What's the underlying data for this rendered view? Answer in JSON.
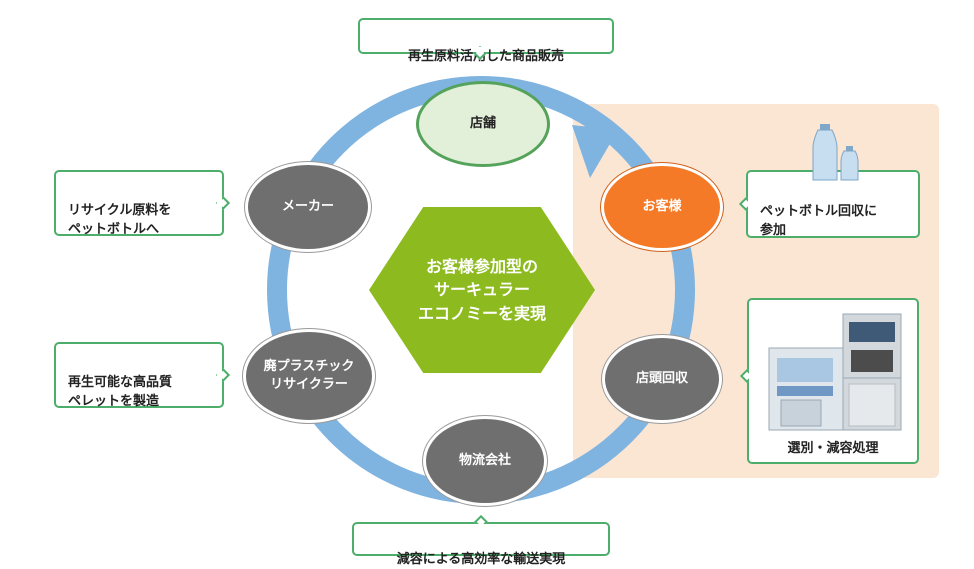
{
  "center_title": "お客様参加型の\nサーキュラー\nエコノミーを実現",
  "nodes": {
    "store": "店舗",
    "customer": "お客様",
    "store_collection": "店頭回収",
    "logistics": "物流会社",
    "recycler": "廃プラスチック\nリサイクラー",
    "maker": "メーカー"
  },
  "callouts": {
    "store": "再生原料活用した商品販売",
    "customer": "ペットボトル回収に\n参加",
    "machine_caption": "選別・減容処理",
    "logistics": "減容による高効率な輸送実現",
    "recycler": "再生可能な高品質\nペレットを製造",
    "maker": "リサイクル原料を\nペットボトルへ"
  },
  "colors": {
    "ring": "#7fb3e0",
    "node_gray": "#6f6f6f",
    "node_store": "#e2efd9",
    "node_customer": "#f47a28",
    "hexagon": "#8dbb1f",
    "callout_border": "#4cae6a",
    "highlight_panel": "#fbe6d3"
  },
  "icons": [
    "pet-bottle-icon",
    "recycling-machine-icon"
  ]
}
